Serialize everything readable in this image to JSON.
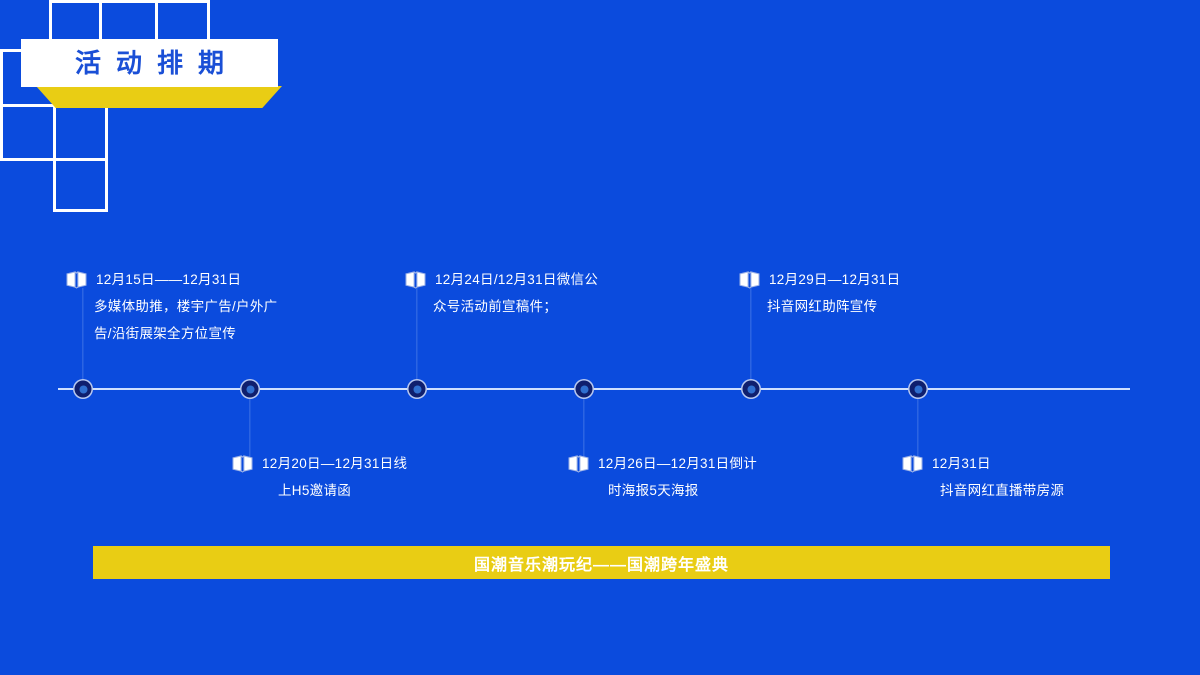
{
  "slide": {
    "title": "活动排期",
    "background_color": "#0b4bdd",
    "accent_color": "#e9cd14",
    "title_text_color": "#1a4fd6"
  },
  "timeline": {
    "axis_color": "#cfe0ff",
    "node_count": 6,
    "entries": [
      {
        "position": "above",
        "node_index": 0,
        "icon": "open-book-icon",
        "line1": "12月15日——12月31日",
        "line2": "多媒体助推，楼宇广告/户外广",
        "line3": "告/沿街展架全方位宣传"
      },
      {
        "position": "below",
        "node_index": 1,
        "icon": "open-book-icon",
        "line1": "12月20日—12月31日线",
        "line2": "上H5邀请函",
        "line3": ""
      },
      {
        "position": "above",
        "node_index": 2,
        "icon": "open-book-icon",
        "line1": "12月24日/12月31日微信公",
        "line2": "众号活动前宣稿件；",
        "line3": ""
      },
      {
        "position": "below",
        "node_index": 3,
        "icon": "open-book-icon",
        "line1": "12月26日—12月31日倒计",
        "line2": "时海报5天海报",
        "line3": ""
      },
      {
        "position": "above",
        "node_index": 4,
        "icon": "open-book-icon",
        "line1": "12月29日—12月31日",
        "line2": "抖音网红助阵宣传",
        "line3": ""
      },
      {
        "position": "below",
        "node_index": 5,
        "icon": "open-book-icon",
        "line1": "12月31日",
        "line2": "抖音网红直播带房源",
        "line3": ""
      }
    ]
  },
  "banner": {
    "text": "国潮音乐潮玩纪——国潮跨年盛典",
    "background_color": "#e9cd14",
    "text_color": "#ffffff"
  }
}
